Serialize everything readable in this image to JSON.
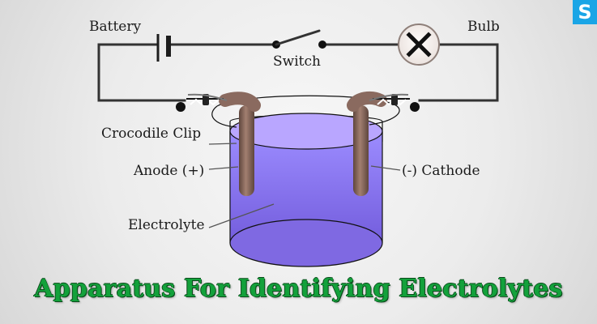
{
  "title": "Apparatus For Identifying Electrolytes",
  "logo_text": "S",
  "labels": {
    "battery": "Battery",
    "switch": "Switch",
    "bulb": "Bulb",
    "crocodile_clip": "Crocodile Clip",
    "anode": "Anode (+)",
    "cathode": "(-) Cathode",
    "electrolyte": "Electrolyte"
  },
  "colors": {
    "title_green": "#13a13b",
    "logo_blue": "#1aa5e6",
    "electrolyte_purple": "#8d79ff",
    "electrode_brown": "#8a6a5f"
  }
}
